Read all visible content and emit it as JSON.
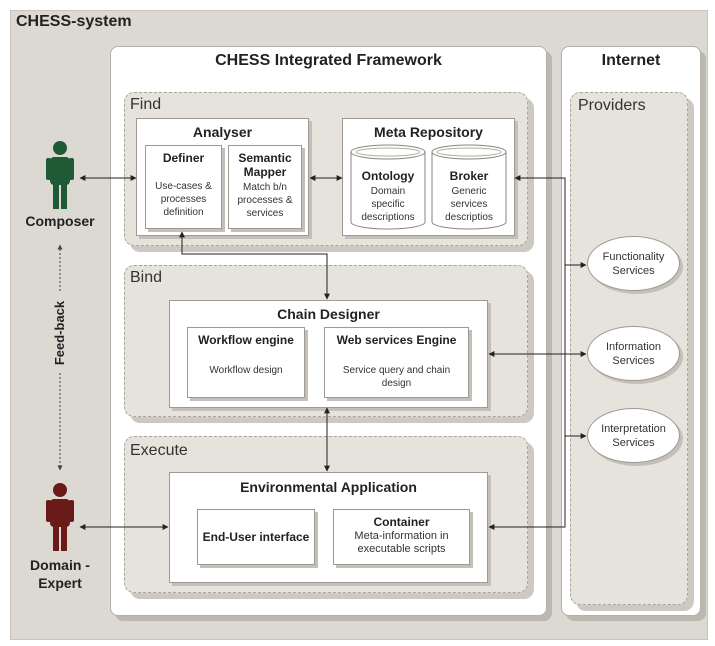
{
  "system_title": "CHESS-system",
  "framework_title": "CHESS Integrated Framework",
  "internet": {
    "title": "Internet",
    "providers_label": "Providers",
    "services": [
      "Functionality Services",
      "Information Services",
      "Interpretation Services"
    ]
  },
  "find": {
    "label": "Find",
    "analyser": {
      "title": "Analyser",
      "definer": {
        "title": "Definer",
        "text": "Use-cases & processes definition"
      },
      "mapper": {
        "title": "Semantic Mapper",
        "text": "Match b/n processes & services"
      }
    },
    "meta": {
      "title": "Meta Repository",
      "ontology": {
        "title": "Ontology",
        "text": "Domain specific descriptions"
      },
      "broker": {
        "title": "Broker",
        "text": "Generic services descriptios"
      }
    }
  },
  "bind": {
    "label": "Bind",
    "chain": {
      "title": "Chain Designer",
      "workflow": {
        "title": "Workflow engine",
        "text": "Workflow design"
      },
      "webservices": {
        "title": "Web services Engine",
        "text": "Service query and chain design"
      }
    }
  },
  "execute": {
    "label": "Execute",
    "env": {
      "title": "Environmental Application",
      "enduser": {
        "title": "End-User interface"
      },
      "container": {
        "title": "Container",
        "text": "Meta-information in executable scripts"
      }
    }
  },
  "actors": {
    "composer": "Composer",
    "expert": "Domain - Expert",
    "feedback": "Feed-back"
  },
  "colors": {
    "composer": "#1f5a36",
    "expert": "#6b1a1a",
    "background": "#dcd8d2",
    "section": "#e6e3dd"
  }
}
